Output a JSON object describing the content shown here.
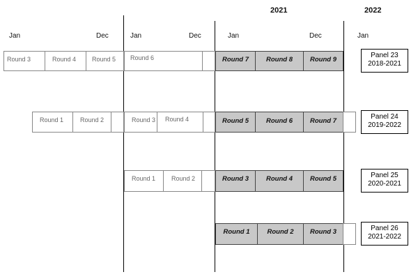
{
  "years": {
    "y2021": "2021",
    "y2022": "2022"
  },
  "months": {
    "jan": "Jan",
    "dec": "Dec"
  },
  "panels": [
    {
      "name": "Panel 23",
      "period": "2018-2021",
      "rounds": [
        "Round 3",
        "Round 4",
        "Round 5",
        "Round 6",
        "Round 7",
        "Round 8",
        "Round 9"
      ]
    },
    {
      "name": "Panel 24",
      "period": "2019-2022",
      "rounds": [
        "Round 1",
        "Round 2",
        "Round 3",
        "Round 4",
        "Round 5",
        "Round 6",
        "Round 7"
      ]
    },
    {
      "name": "Panel 25",
      "period": "2020-2021",
      "rounds": [
        "Round 1",
        "Round 2",
        "Round 3",
        "Round 4",
        "Round 5"
      ]
    },
    {
      "name": "Panel 26",
      "period": "2021-2022",
      "rounds": [
        "Round 1",
        "Round 2",
        "Round 3"
      ]
    }
  ]
}
